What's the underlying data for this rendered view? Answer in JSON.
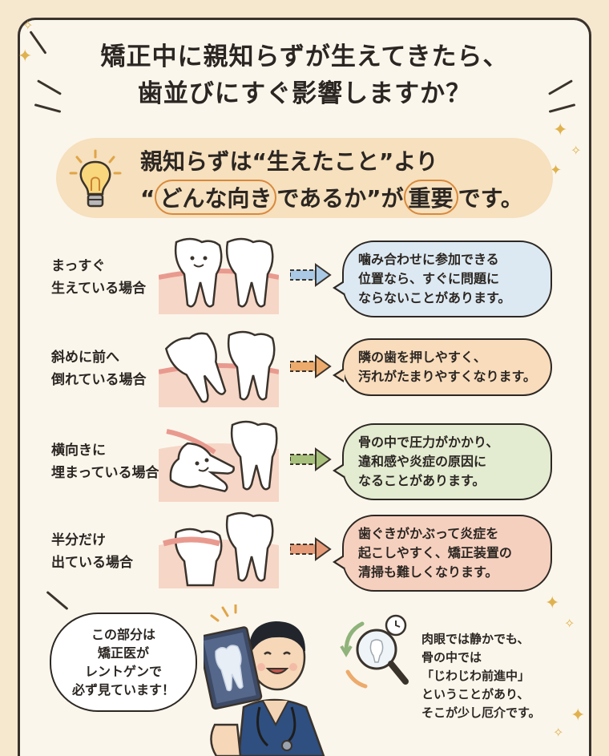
{
  "title": {
    "line1": "矯正中に親知らずが生えてきたら、",
    "line2": "歯並びにすぐ影響しますか？"
  },
  "banner": {
    "line1": "親知らずは“生えたこと”より",
    "line2_a": "“",
    "line2_b": "どんな向き",
    "line2_c": "であるか”が",
    "line2_d": "重要",
    "line2_e": "です。"
  },
  "rows": [
    {
      "label1": "まっすぐ",
      "label2": "生えている場合",
      "text": [
        "噛み合わせに参加できる",
        "位置なら、すぐに問題に",
        "ならないことがあります。"
      ],
      "bubble_color": "#dde9f2",
      "arrow_color": "#a9c9e6"
    },
    {
      "label1": "斜めに前へ",
      "label2": "倒れている場合",
      "text": [
        "隣の歯を押しやすく、",
        "汚れがたまりやすくなります。"
      ],
      "bubble_color": "#f8dcbc",
      "arrow_color": "#ecab6c"
    },
    {
      "label1": "横向きに",
      "label2": "埋まっている場合",
      "text": [
        "骨の中で圧力がかかり、",
        "違和感や炎症の原因に",
        "なることがあります。"
      ],
      "bubble_color": "#e3ebd1",
      "arrow_color": "#a7c17d"
    },
    {
      "label1": "半分だけ",
      "label2": "出ている場合",
      "text": [
        "歯ぐきがかぶって炎症を",
        "起こしやすく、矯正装置の",
        "清掃も難しくなります。"
      ],
      "bubble_color": "#f6d0bf",
      "arrow_color": "#e59b78"
    }
  ],
  "doctor_bubble": [
    "この部分は",
    "矯正医が",
    "レントゲンで",
    "必ず見ています！"
  ],
  "note": [
    "肉眼では静かでも、",
    "骨の中では",
    "「じわじわ前進中」",
    "ということがあり、",
    "そこが少し厄介です。"
  ],
  "icons": {
    "bulb": "lightbulb-icon",
    "magnifier": "magnifier-icon",
    "clock": "clock-icon",
    "sparkle": "sparkle-icon"
  },
  "colors": {
    "page_bg": "#f6e7cf",
    "card_bg": "#fbf6ec",
    "banner_bg": "#f6e0bd",
    "accent": "#d9893c",
    "gum": "#f2b8ae",
    "scrubs": "#2e4f80"
  }
}
